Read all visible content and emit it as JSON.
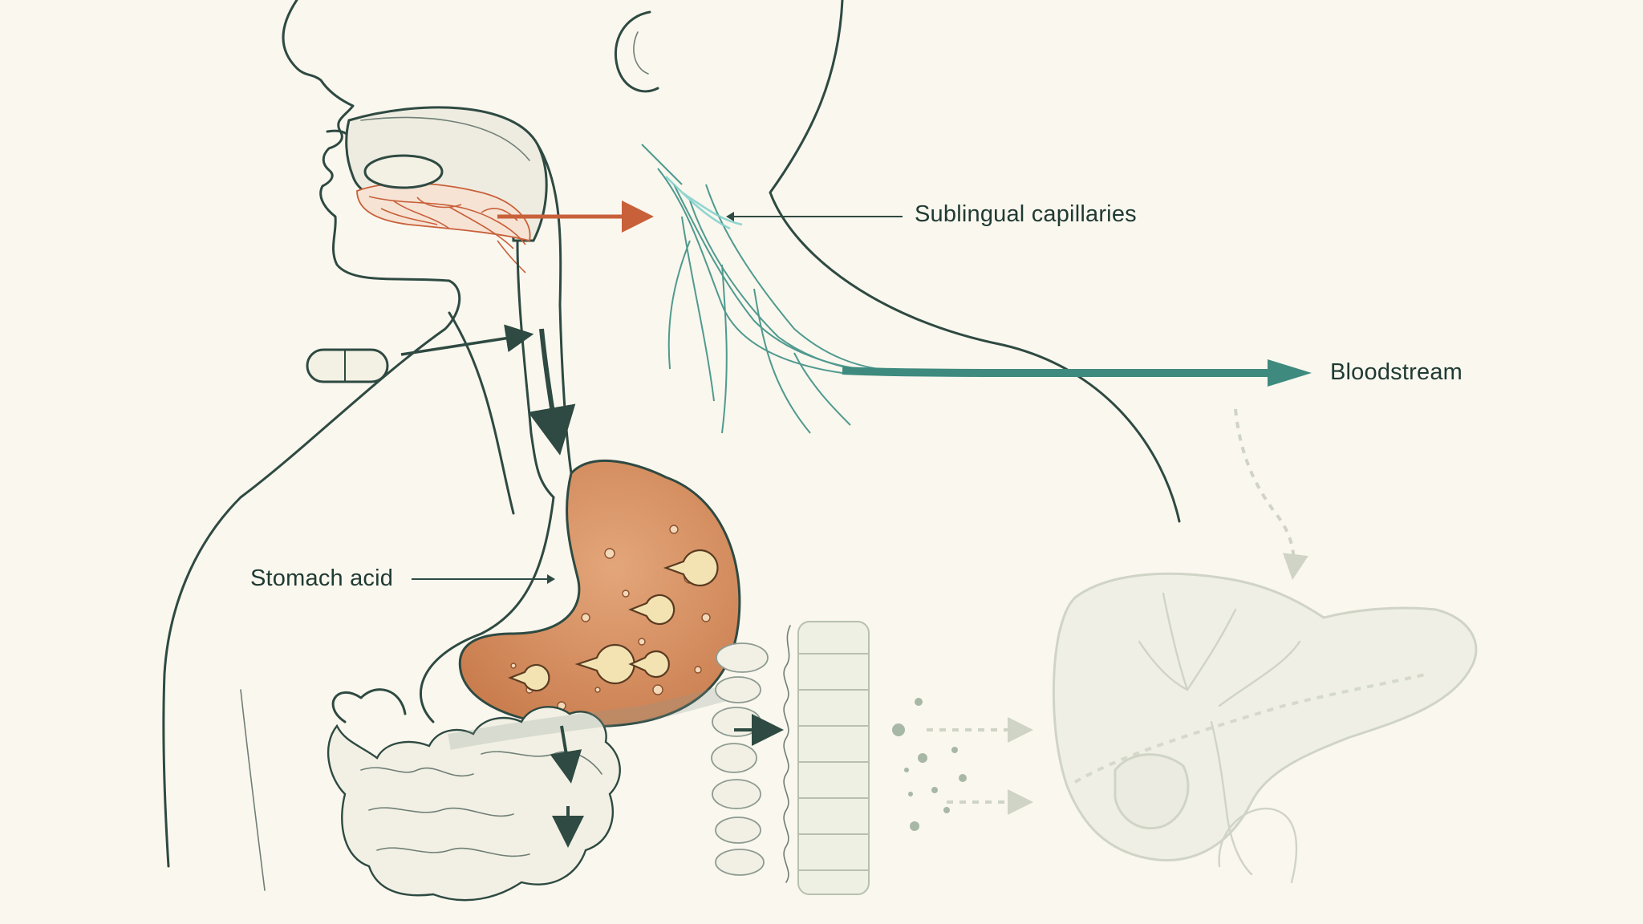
{
  "labels": {
    "sublingual": "Sublingual capillaries",
    "bloodstream": "Bloodstream",
    "stomach_acid": "Stomach acid"
  },
  "colors": {
    "background": "#faf7ee",
    "outline": "#2e4a42",
    "sublingual_arrow": "#c8603a",
    "blood_path": "#3e8a7e",
    "capillary_highlight": "#7fd0cc",
    "stomach_fill": "#d99568",
    "swallow_arrow": "#2e4a42",
    "faded_organs": "#c9cfc1"
  },
  "icons": [
    "capsule-icon",
    "tablet-icon",
    "enzyme-icon",
    "nutrient-particle-icon"
  ]
}
